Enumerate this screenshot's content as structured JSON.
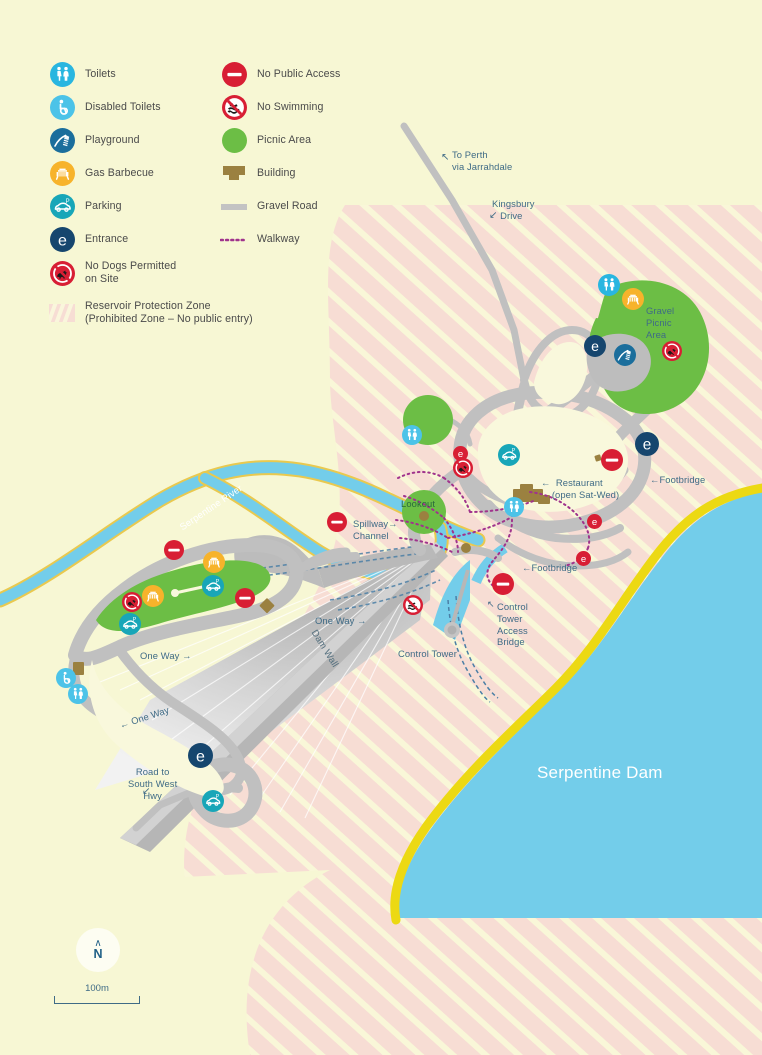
{
  "background_color": "#f7f7d4",
  "legend": {
    "left_column": [
      {
        "label": "Toilets",
        "icon": "toilets-icon",
        "color": "#29b6e0"
      },
      {
        "label": "Disabled Toilets",
        "icon": "disabled-toilets-icon",
        "color": "#4cc3e8"
      },
      {
        "label": "Playground",
        "icon": "playground-icon",
        "color": "#1b6e9c"
      },
      {
        "label": "Gas Barbecue",
        "icon": "gas-barbecue-icon",
        "color": "#f7b32b"
      },
      {
        "label": "Parking",
        "icon": "parking-icon",
        "color": "#18a6b8"
      },
      {
        "label": "Entrance",
        "icon": "entrance-icon",
        "color": "#16466e"
      },
      {
        "label": "No Dogs Permitted\non Site",
        "icon": "no-dogs-icon",
        "color": "#d81e34"
      }
    ],
    "right_column": [
      {
        "label": "No Public Access",
        "icon": "no-public-access-icon",
        "color": "#d81e34"
      },
      {
        "label": "No Swimming",
        "icon": "no-swimming-icon",
        "color": "#d81e34"
      },
      {
        "label": "Picnic Area",
        "icon": "picnic-area-swatch",
        "color": "#6cbe45"
      },
      {
        "label": "Building",
        "icon": "building-swatch",
        "color": "#9b8140"
      },
      {
        "label": "Gravel Road",
        "icon": "gravel-road-swatch",
        "color": "#c3c3c3"
      },
      {
        "label": "Walkway",
        "icon": "walkway-swatch",
        "color": "#a0338c"
      }
    ],
    "zone": {
      "line1": "Reservoir Protection Zone",
      "line2": "(Prohibited Zone – No public entry)",
      "icon": "reservoir-protection-zone-swatch",
      "color": "#f7dcd2"
    }
  },
  "map": {
    "water_color": "#73cdea",
    "zone_color": "#f7ddd4",
    "green_color": "#6cbe45",
    "road_color": "#c0c0c0",
    "labels": {
      "to_perth": "To Perth\nvia Jarrahdale",
      "kingsbury_drive": "Kingsbury\n   Drive",
      "gravel_picnic_area": "Gravel\nPicnic\nArea",
      "restaurant": "←  Restaurant\n    (open Sat-Wed)",
      "footbridge_upper": "←Footbridge",
      "footbridge_lower": "←Footbridge",
      "control_tower_access_bridge": "Control\nTower\nAccess\nBridge",
      "control_tower": "Control Tower",
      "spillway_channel": "Spillway→\nChannel",
      "lookout": "Lookout",
      "dam_wall": "Dam Wall",
      "serpentine_river": "Serpentine River",
      "serpentine_dam": "Serpentine Dam",
      "one_way_right": "One Way →",
      "one_way_left": "← One Way",
      "road_to_sw_hwy": "Road to\nSouth West\nHwy"
    }
  },
  "compass": {
    "direction": "N",
    "arrow": "∧"
  },
  "scale": {
    "distance": "100m"
  }
}
